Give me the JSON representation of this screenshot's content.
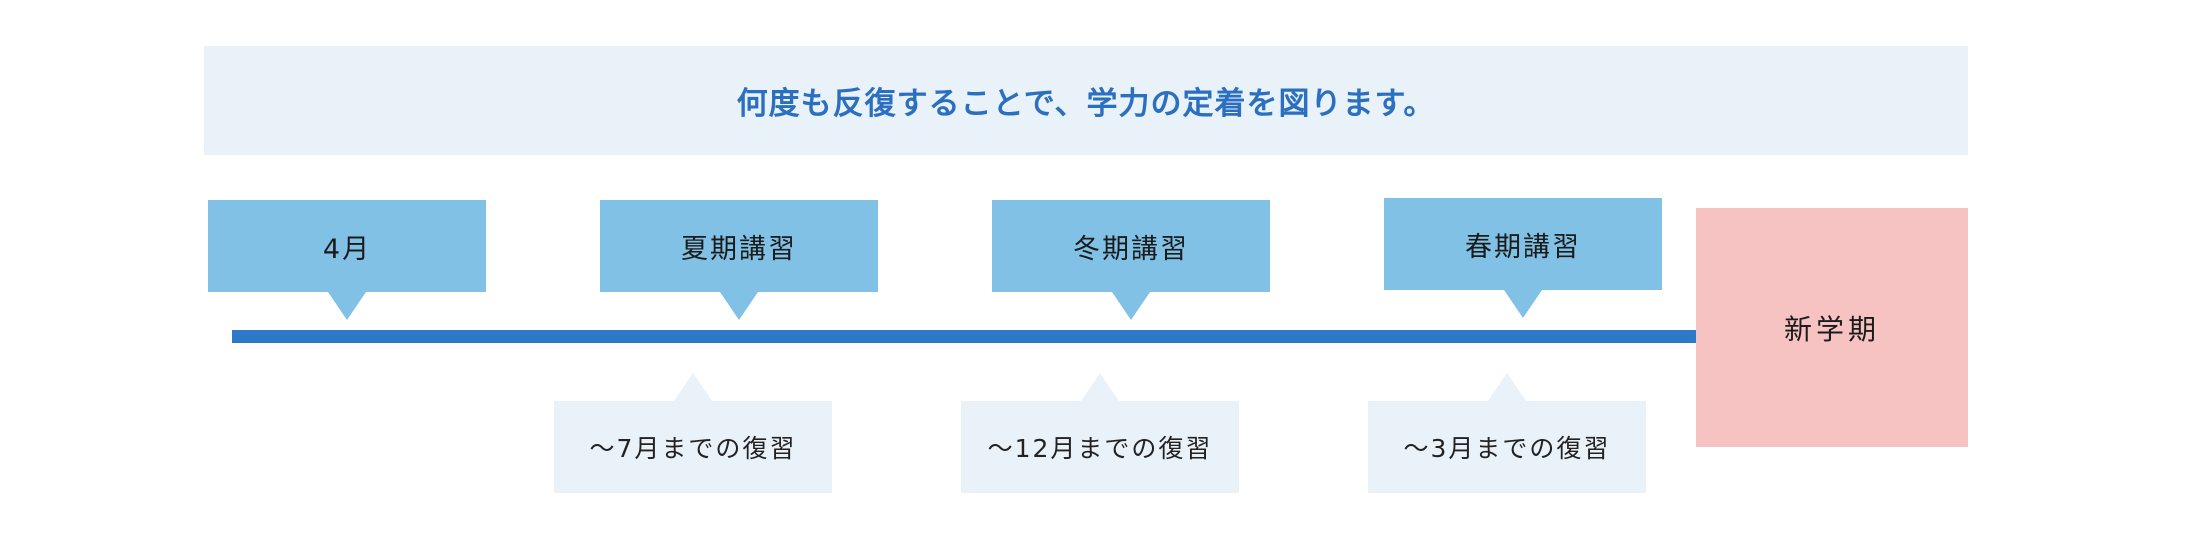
{
  "banner": {
    "text": "何度も反復することで、学力の定着を図ります。"
  },
  "milestones": [
    {
      "label": "4月"
    },
    {
      "label": "夏期講習"
    },
    {
      "label": "冬期講習"
    },
    {
      "label": "春期講習"
    }
  ],
  "reviews": [
    {
      "label": "～7月までの復習"
    },
    {
      "label": "～12月までの復習"
    },
    {
      "label": "～3月までの復習"
    }
  ],
  "goal": {
    "label": "新学期"
  },
  "colors": {
    "banner_bg": "#e9f1f9",
    "banner_text": "#2b70c0",
    "milestone_bg": "#80c1e5",
    "timeline": "#2e78c8",
    "review_bg": "#e9f1f9",
    "goal_bg": "#f7c3c2"
  }
}
